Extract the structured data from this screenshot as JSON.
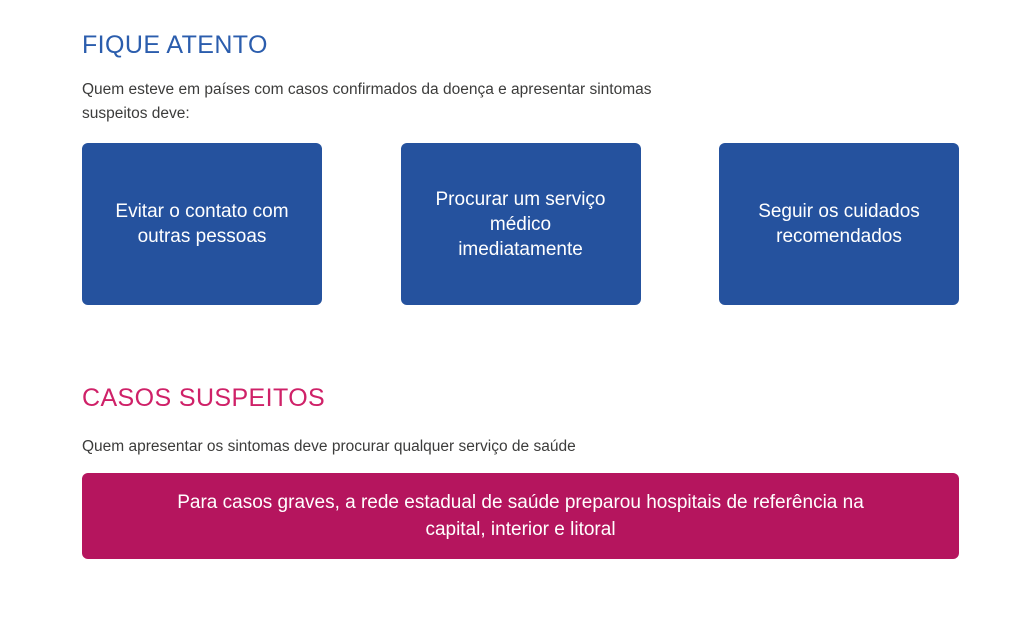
{
  "colors": {
    "heading_blue": "#2b5dad",
    "heading_pink": "#cf2168",
    "card_blue": "#25529e",
    "banner_pink": "#b5155e",
    "body_text": "#3c3c3b",
    "background": "#ffffff"
  },
  "sections": {
    "alerta": {
      "heading": "FIQUE ATENTO",
      "body": "Quem esteve em países com casos confirmados da doença e apresentar sintomas suspeitos deve:",
      "cards": [
        {
          "label": "Evitar o contato com\noutras pessoas"
        },
        {
          "label": "Procurar um serviço\nmédico\nimediatamente"
        },
        {
          "label": "Seguir os cuidados\nrecomendados"
        }
      ]
    },
    "suspeitos": {
      "heading": "CASOS SUSPEITOS",
      "body": "Quem apresentar os sintomas deve procurar qualquer serviço de saúde",
      "banner": "Para casos graves, a rede estadual de saúde preparou hospitais de referência na\ncapital, interior e litoral"
    }
  }
}
